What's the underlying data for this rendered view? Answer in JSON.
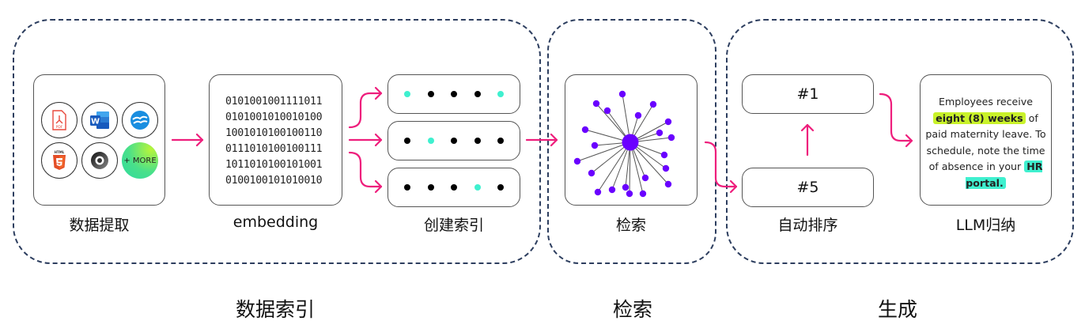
{
  "colors": {
    "arrow": "#ee1e7c",
    "group_border": "#2d3e5f",
    "dot_active": "#3ff0cf",
    "dot_inactive": "#000000",
    "network": "#6a00ff",
    "highlight_yellow": "#c9f22a",
    "highlight_cyan": "#3ff0cf"
  },
  "sections": [
    {
      "title": "数据索引"
    },
    {
      "title": "检索"
    },
    {
      "title": "生成"
    }
  ],
  "steps": {
    "extraction": {
      "label": "数据提取",
      "icons": [
        "pdf-icon",
        "word-icon",
        "openoffice-icon",
        "html5-icon",
        "json-icon"
      ],
      "pdf_text": "PDF",
      "html_text": "HTML",
      "word_text": "W",
      "more_label": "+ MORE"
    },
    "embedding": {
      "label": "embedding",
      "lines": [
        "0101001001111011",
        "0101001010010100",
        "1001010100100110",
        "0111010100100111",
        "1011010100101001",
        "0100100101010010"
      ]
    },
    "indexing": {
      "label": "创建索引",
      "rows": [
        [
          true,
          false,
          false,
          false,
          true
        ],
        [
          false,
          true,
          false,
          false,
          false
        ],
        [
          false,
          false,
          false,
          true,
          false
        ]
      ]
    },
    "retrieval": {
      "label": "检索"
    },
    "ranking": {
      "label": "自动排序",
      "top": "#1",
      "bottom": "#5"
    },
    "generation": {
      "label": "LLM归纳",
      "text_before": "Employees receive",
      "highlight1": "eight (8) weeks",
      "text_mid": " of paid maternity leave. To schedule, note the time of absence in your ",
      "highlight2": "HR portal."
    }
  }
}
